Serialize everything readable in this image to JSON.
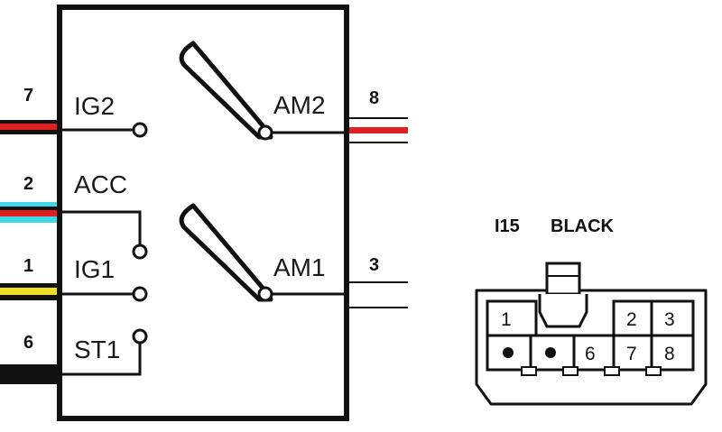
{
  "switch": {
    "terminals": {
      "ig2": "IG2",
      "acc": "ACC",
      "ig1": "IG1",
      "st1": "ST1",
      "am2": "AM2",
      "am1": "AM1"
    },
    "pins": {
      "ig2": "7",
      "acc": "2",
      "ig1": "1",
      "st1": "6",
      "am2": "8",
      "am1": "3"
    }
  },
  "connector": {
    "id": "I15",
    "color": "BLACK",
    "cavities": {
      "c1": "1",
      "c2": "2",
      "c3": "3",
      "c6": "6",
      "c7": "7",
      "c8": "8"
    }
  },
  "wire_colors": {
    "red": "#e02020",
    "cyan": "#40d8e8",
    "yellow": "#f0e020",
    "black": "#111111"
  }
}
